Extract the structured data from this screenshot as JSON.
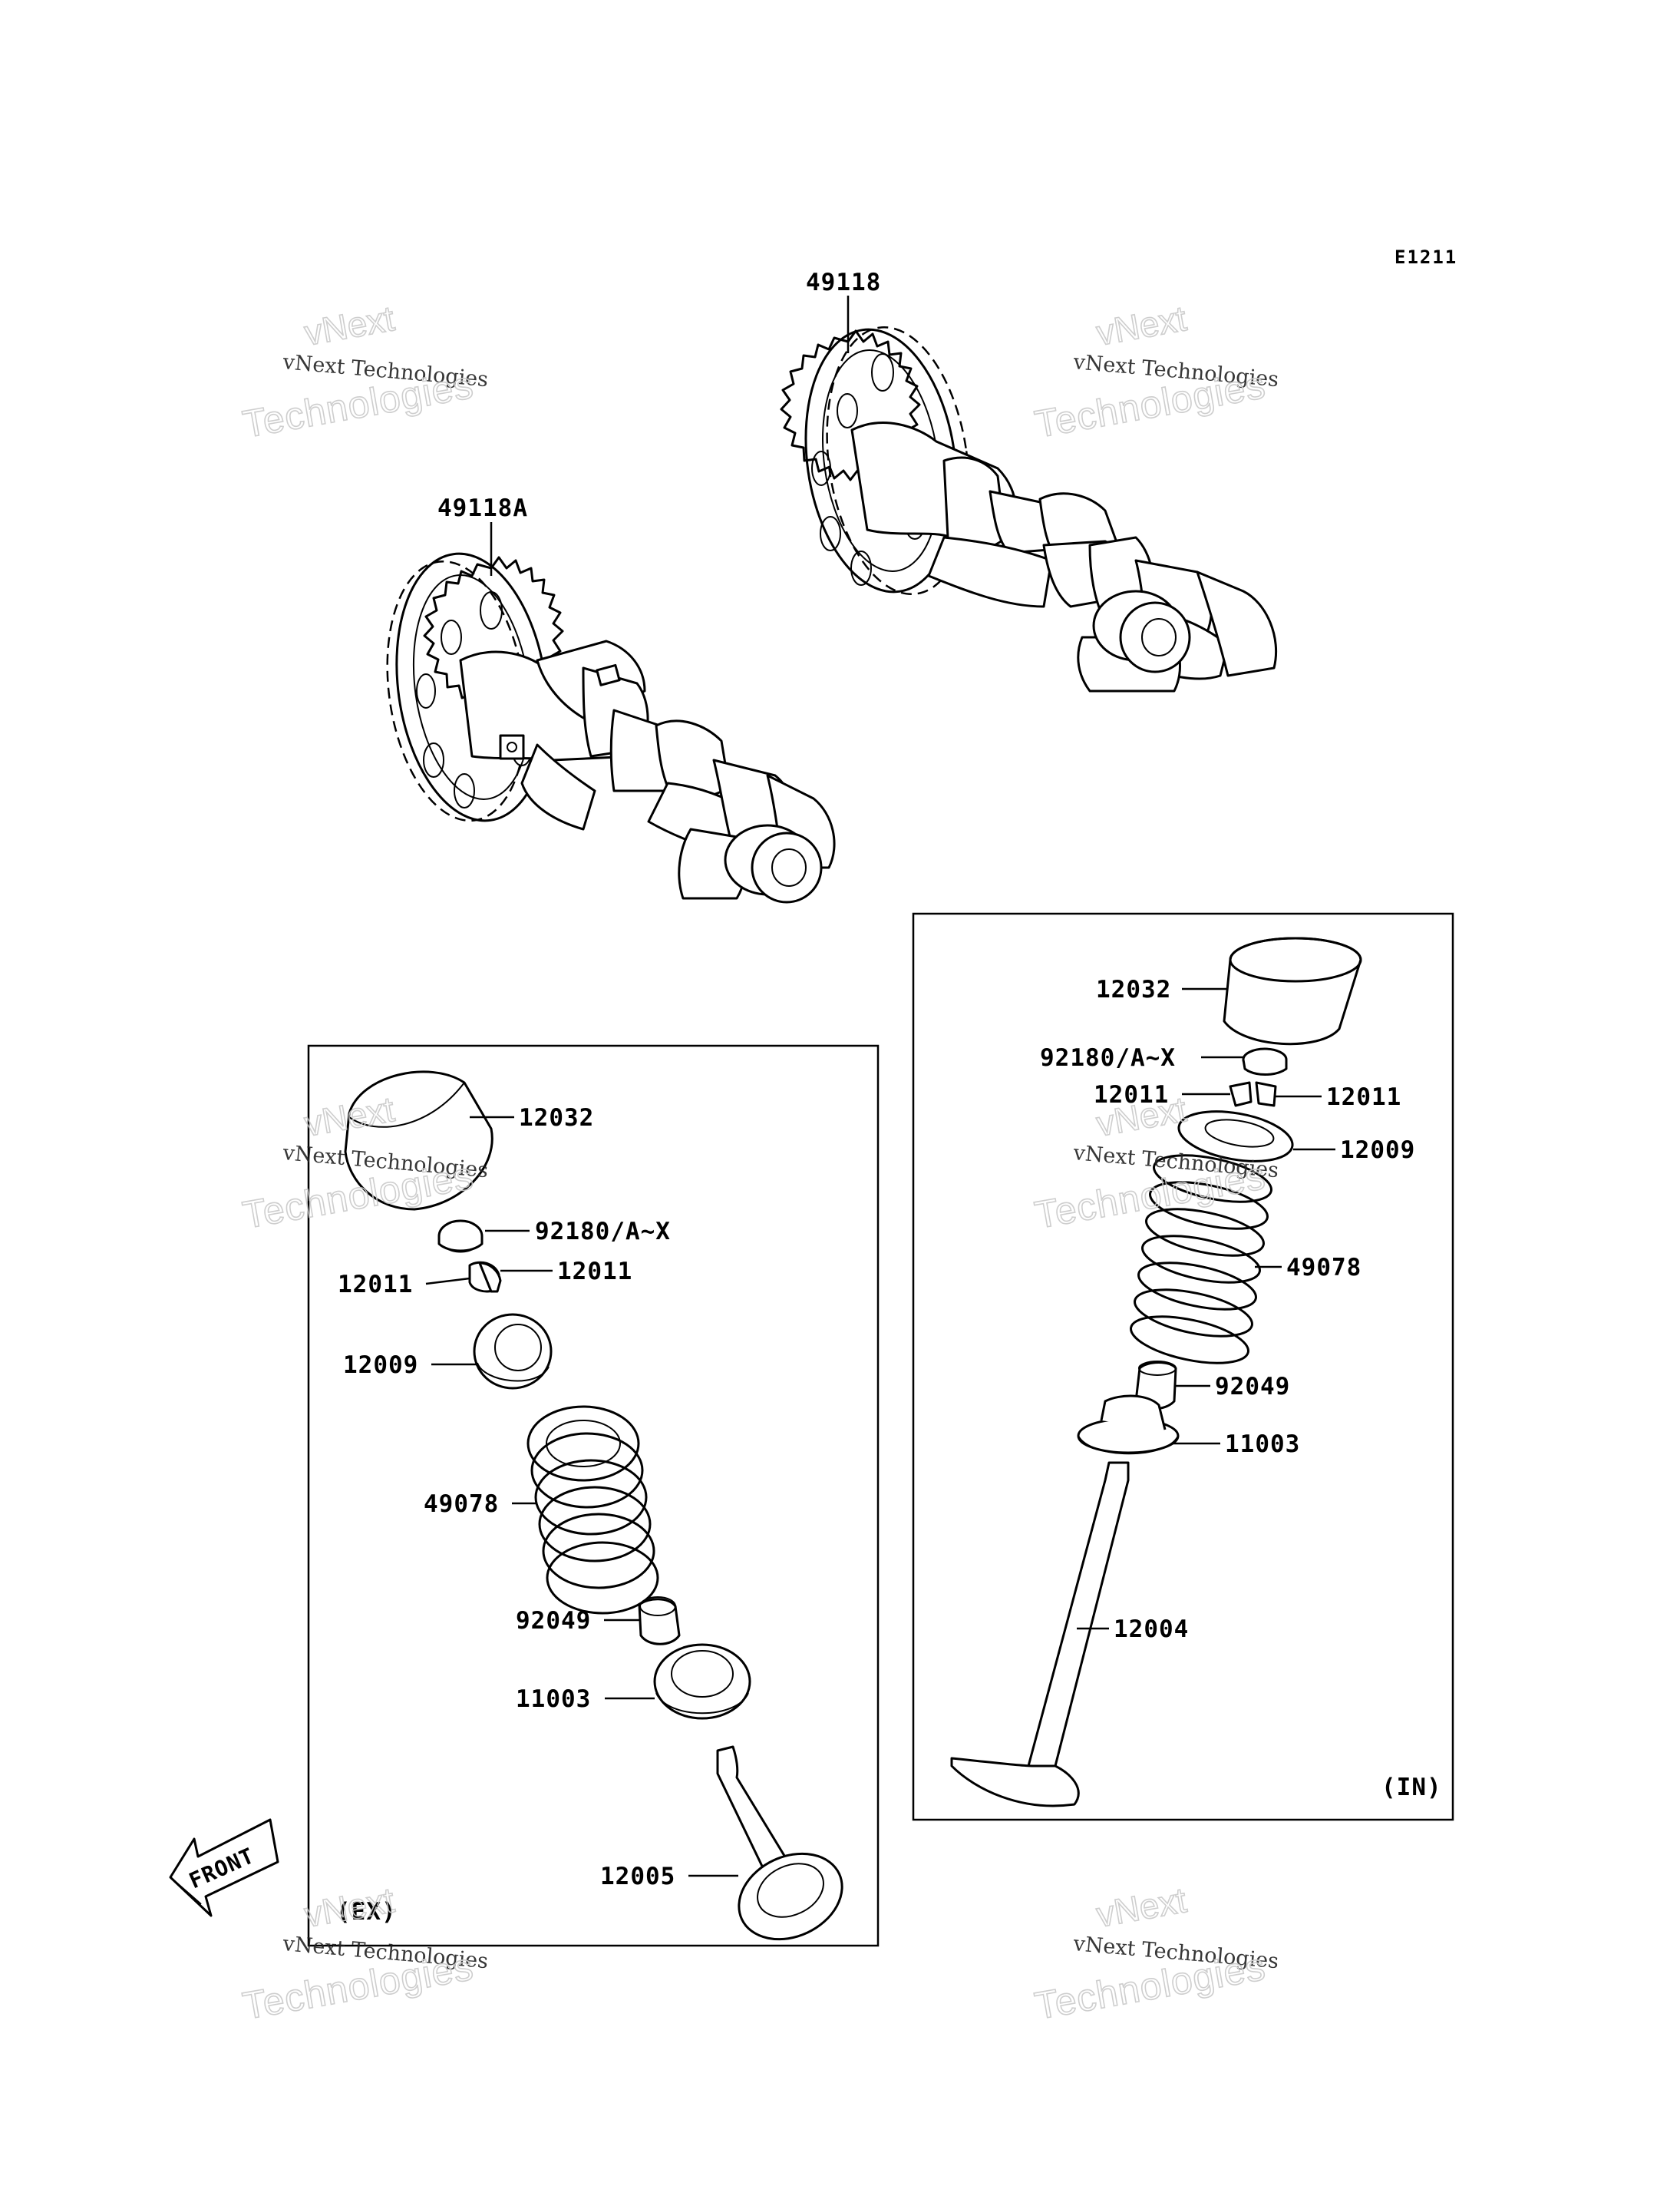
{
  "diagram_code": "E1211",
  "watermark": {
    "line1": "vNext Technologies",
    "line2": "Technologies",
    "line3": "vNext"
  },
  "camshafts": {
    "exhaust_cam_label": "49118",
    "intake_cam_label": "49118A"
  },
  "exhaust_group": {
    "group_label": "(EX)",
    "labels": {
      "tappet": "12032",
      "shim": "92180/A~X",
      "cotter_left": "12011",
      "cotter_right": "12011",
      "retainer": "12009",
      "spring": "49078",
      "seal": "92049",
      "seat": "11003",
      "valve": "12005"
    }
  },
  "intake_group": {
    "group_label": "(IN)",
    "labels": {
      "tappet": "12032",
      "shim": "92180/A~X",
      "cotter_left": "12011",
      "cotter_right": "12011",
      "retainer": "12009",
      "spring": "49078",
      "seal": "92049",
      "seat": "11003",
      "valve": "12004"
    }
  },
  "front_marker": "FRONT"
}
